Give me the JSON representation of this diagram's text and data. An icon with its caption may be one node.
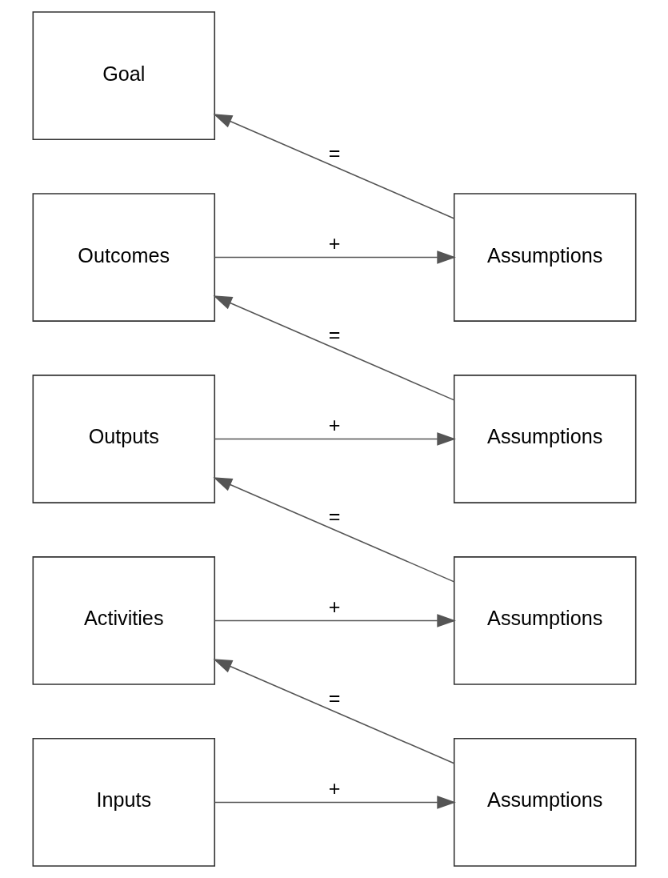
{
  "diagram": {
    "nodes": [
      {
        "text": [
          "Goal"
        ]
      },
      {
        "text": [
          "Outcomes"
        ]
      },
      {
        "text": [
          "Assumptions"
        ]
      },
      {
        "text": [
          "Outputs"
        ]
      },
      {
        "text": [
          "Assumptions"
        ]
      },
      {
        "text": [
          "Activities"
        ]
      },
      {
        "text": [
          "Assumptions"
        ]
      },
      {
        "text": [
          "Inputs"
        ]
      },
      {
        "text": [
          "Assumptions"
        ]
      }
    ],
    "edges": [
      {
        "from": 7,
        "to": 8,
        "arrow": "to",
        "label": "+"
      },
      {
        "from": 8,
        "to": 5,
        "arrow": "to",
        "label": "="
      },
      {
        "from": 5,
        "to": 6,
        "arrow": "to",
        "label": "+"
      },
      {
        "from": 6,
        "to": 3,
        "arrow": "to",
        "label": "="
      },
      {
        "from": 3,
        "to": 4,
        "arrow": "to",
        "label": "+"
      },
      {
        "from": 4,
        "to": 1,
        "arrow": "to",
        "label": "="
      },
      {
        "from": 1,
        "to": 2,
        "arrow": "to",
        "label": "+"
      },
      {
        "from": 2,
        "to": 0,
        "arrow": "to",
        "label": "="
      }
    ]
  }
}
